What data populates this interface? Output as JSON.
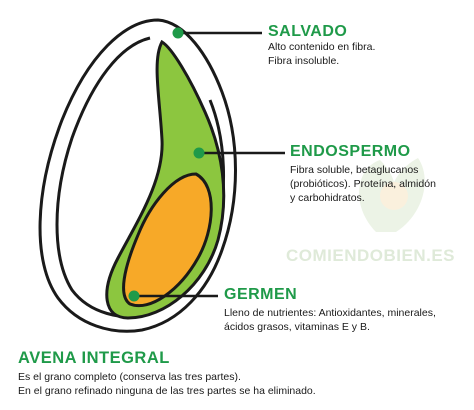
{
  "labels": {
    "salvado": {
      "title": "SALVADO",
      "desc1": "Alto contenido en fibra.",
      "desc2": "Fibra insoluble."
    },
    "endospermo": {
      "title": "ENDOSPERMO",
      "desc1": "Fibra soluble, betaglucanos",
      "desc2": "(probióticos). Proteína, almidón",
      "desc3": "y carbohidratos."
    },
    "germen": {
      "title": "GERMEN",
      "desc1": "Lleno de nutrientes: Antioxidantes, minerales,",
      "desc2": "ácidos grasos, vitaminas E y B."
    }
  },
  "footer": {
    "title": "AVENA INTEGRAL",
    "line1": "Es el grano completo (conserva las tres partes).",
    "line2": "En el grano refinado ninguna de las tres partes se ha eliminado."
  },
  "watermark": "COMIENDOBIEN.ES",
  "colors": {
    "accent_green": "#1f9a49",
    "endosperm_green": "#8cc63f",
    "germ_orange": "#f7a928",
    "outline": "#1a1a1a"
  }
}
